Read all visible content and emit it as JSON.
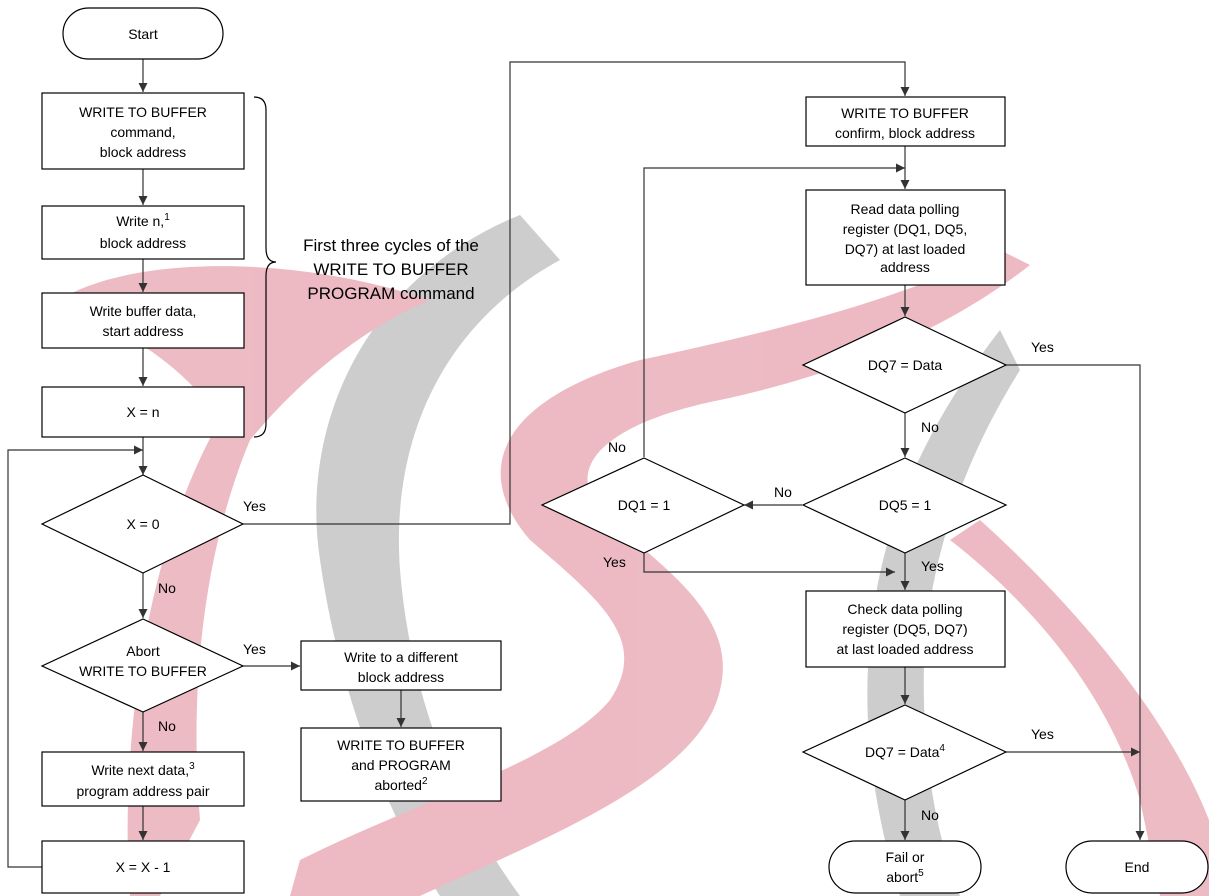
{
  "colors": {
    "watermark_red": "#e7a4b0",
    "watermark_gray": "#bdbdbd",
    "stroke": "#000000",
    "arrow": "#333333"
  },
  "nodes": {
    "start": "Start",
    "wtb_cmd": [
      "WRITE TO BUFFER",
      "command,",
      "block address"
    ],
    "write_n": [
      "Write n,",
      "block address"
    ],
    "write_n_sup": "1",
    "write_buf": [
      "Write buffer data,",
      "start address"
    ],
    "x_eq_n": "X = n",
    "x_eq_0": "X = 0",
    "abort_q": [
      "Abort",
      "WRITE TO BUFFER"
    ],
    "write_next": [
      "Write next data,",
      "program address pair"
    ],
    "write_next_sup": "3",
    "x_dec": "X = X - 1",
    "write_diff": [
      "Write to a different",
      "block address"
    ],
    "aborted": [
      "WRITE TO BUFFER",
      "and PROGRAM",
      "aborted"
    ],
    "aborted_sup": "2",
    "wtb_confirm": [
      "WRITE TO BUFFER",
      "confirm, block address"
    ],
    "read_poll": [
      "Read data polling",
      "register (DQ1, DQ5,",
      "DQ7) at last loaded",
      "address"
    ],
    "dq7_data": "DQ7 = Data",
    "dq5": "DQ5 = 1",
    "dq1": "DQ1 = 1",
    "check_poll": [
      "Check data polling",
      "register (DQ5, DQ7)",
      "at last loaded address"
    ],
    "dq7_data2": "DQ7 = Data",
    "dq7_data2_sup": "4",
    "fail": [
      "Fail or",
      "abort"
    ],
    "fail_sup": "5",
    "end": "End"
  },
  "brace_note": [
    "First three cycles of the",
    "WRITE TO BUFFER",
    "PROGRAM command"
  ],
  "edge_labels": {
    "x0_yes": "Yes",
    "x0_no": "No",
    "abort_yes": "Yes",
    "abort_no": "No",
    "dq7_yes": "Yes",
    "dq7_no": "No",
    "dq5_no": "No",
    "dq5_yes": "Yes",
    "dq1_no": "No",
    "dq1_yes": "Yes",
    "dq7b_yes": "Yes",
    "dq7b_no": "No"
  }
}
